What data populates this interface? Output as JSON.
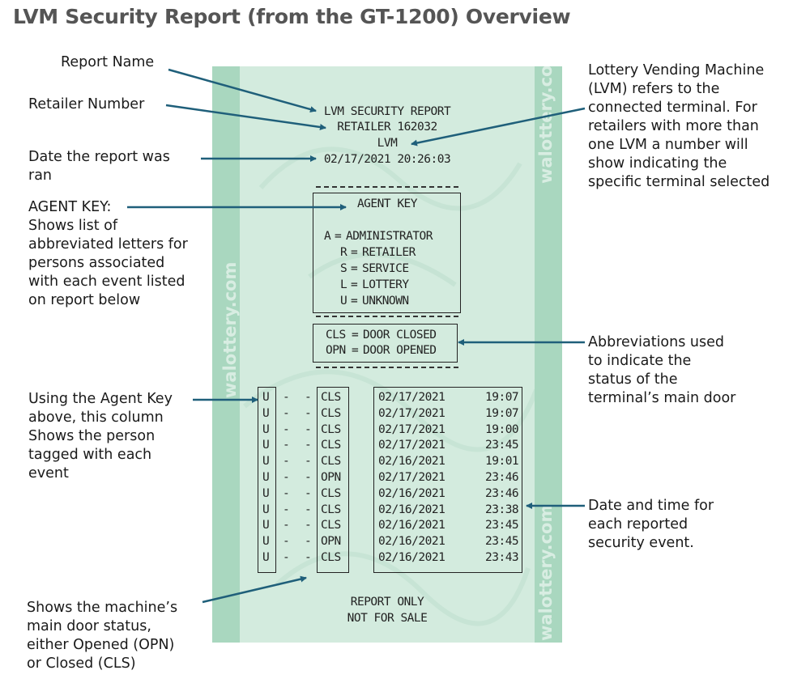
{
  "title": "LVM Security Report (from the GT-1200) Overview",
  "receipt": {
    "report_name": "LVM SECURITY REPORT",
    "retailer_line": "RETAILER  162032",
    "lvm": "LVM",
    "datetime": "02/17/2021  20:26:03",
    "agent_key_title": "AGENT KEY",
    "agent_key": [
      {
        "code": "A",
        "label": "ADMINISTRATOR"
      },
      {
        "code": "R",
        "label": "RETAILER"
      },
      {
        "code": "S",
        "label": "SERVICE"
      },
      {
        "code": "L",
        "label": "LOTTERY"
      },
      {
        "code": "U",
        "label": "UNKNOWN"
      }
    ],
    "door_key": [
      {
        "code": "CLS",
        "label": "DOOR CLOSED"
      },
      {
        "code": "OPN",
        "label": "DOOR OPENED"
      }
    ],
    "events": [
      {
        "agent": "U",
        "status": "CLS",
        "date": "02/17/2021",
        "time": "19:07"
      },
      {
        "agent": "U",
        "status": "CLS",
        "date": "02/17/2021",
        "time": "19:07"
      },
      {
        "agent": "U",
        "status": "CLS",
        "date": "02/17/2021",
        "time": "19:00"
      },
      {
        "agent": "U",
        "status": "CLS",
        "date": "02/17/2021",
        "time": "23:45"
      },
      {
        "agent": "U",
        "status": "CLS",
        "date": "02/16/2021",
        "time": "19:01"
      },
      {
        "agent": "U",
        "status": "OPN",
        "date": "02/17/2021",
        "time": "23:46"
      },
      {
        "agent": "U",
        "status": "CLS",
        "date": "02/16/2021",
        "time": "23:46"
      },
      {
        "agent": "U",
        "status": "CLS",
        "date": "02/16/2021",
        "time": "23:38"
      },
      {
        "agent": "U",
        "status": "CLS",
        "date": "02/16/2021",
        "time": "23:45"
      },
      {
        "agent": "U",
        "status": "OPN",
        "date": "02/16/2021",
        "time": "23:45"
      },
      {
        "agent": "U",
        "status": "CLS",
        "date": "02/16/2021",
        "time": "23:43"
      }
    ],
    "footer_line1": "REPORT ONLY",
    "footer_line2": "NOT FOR SALE",
    "watermark": "walottery.com"
  },
  "annotations": {
    "report_name": "Report Name",
    "retailer_number": "Retailer Number",
    "date_ran": "Date the report was\nran",
    "agent_key": "AGENT KEY:\nShows list of\nabbreviated letters for\npersons associated\nwith each event listed\non report below",
    "agent_column": "Using the Agent Key\nabove, this column\nShows the person\ntagged with each\nevent",
    "door_status": "Shows the machine’s\nmain door status,\neither Opened (OPN)\nor Closed (CLS)",
    "lvm": "Lottery Vending Machine\n(LVM) refers to the\nconnected terminal. For\nretailers with more than\none LVM a number will\nshow indicating the\nspecific terminal selected",
    "abbreviations": "Abbreviations used\nto indicate the\nstatus of the\nterminal’s main door",
    "date_time": "Date and time for\neach reported\nsecurity event."
  },
  "colors": {
    "arrow": "#1f5f7a",
    "paper": "#d3ebde",
    "stripe": "#a9d7bf",
    "title": "#555555"
  }
}
